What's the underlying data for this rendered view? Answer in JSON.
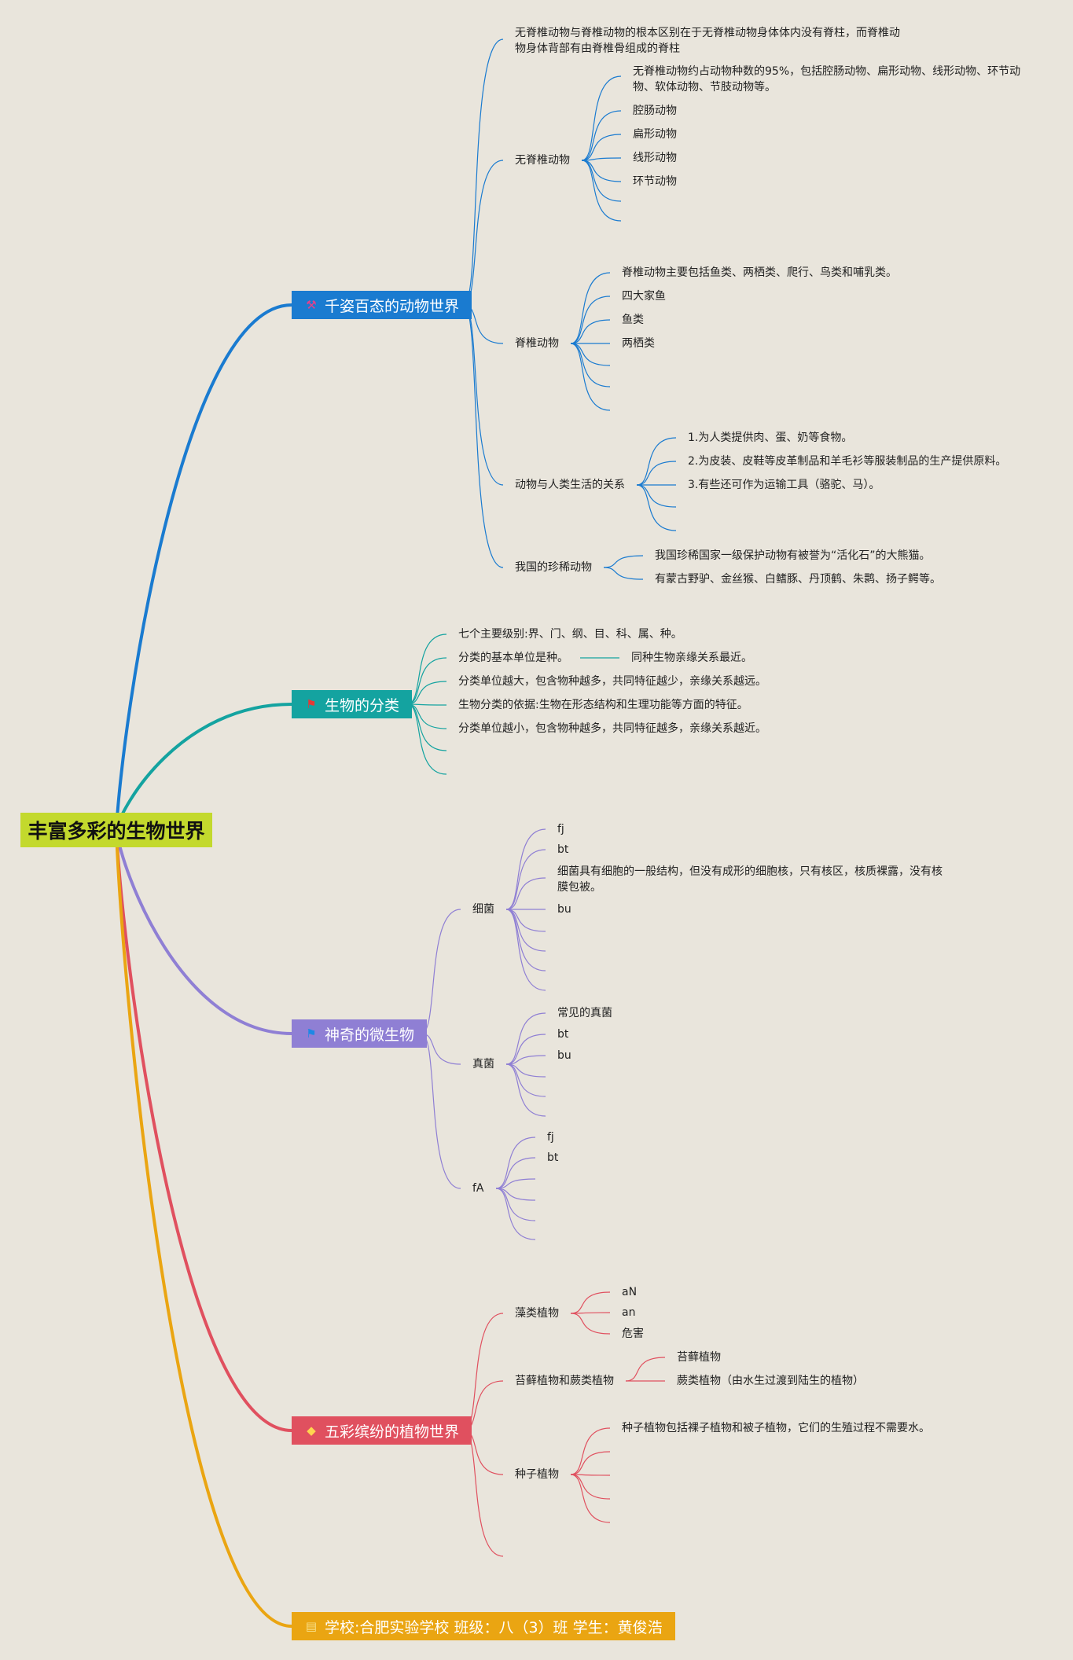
{
  "root": {
    "title": "丰富多彩的生物世界"
  },
  "colors": {
    "background": "#e9e5dc",
    "root": "#c3d92d",
    "animals": "#1a7bd0",
    "classification": "#14a3a0",
    "microbes": "#8f7fd4",
    "plants": "#e0505f",
    "footer": "#eaa512"
  },
  "branches": {
    "animals": {
      "icon": "tools-icon",
      "title": "千姿百态的动物世界",
      "intro": "无脊椎动物与脊椎动物的根本区别在于无脊椎动物身体体内没有脊柱，而脊椎动物身体背部有由脊椎骨组成的脊柱",
      "invertebrates": {
        "label": "无脊椎动物",
        "items": [
          "无脊椎动物约占动物种数的95%，包括腔肠动物、扁形动物、线形动物、环节动物、软体动物、节肢动物等。",
          "腔肠动物",
          "扁形动物",
          "线形动物",
          "环节动物"
        ]
      },
      "vertebrates": {
        "label": "脊椎动物",
        "items": [
          "脊椎动物主要包括鱼类、两栖类、爬行、鸟类和哺乳类。",
          "四大家鱼",
          "鱼类",
          "两栖类"
        ]
      },
      "human_relation": {
        "label": "动物与人类生活的关系",
        "items": [
          "1.为人类提供肉、蛋、奶等食物。",
          "2.为皮装、皮鞋等皮革制品和羊毛衫等服装制品的生产提供原料。",
          "3.有些还可作为运输工具（骆驼、马）。"
        ]
      },
      "rare": {
        "label": "我国的珍稀动物",
        "items": [
          "我国珍稀国家一级保护动物有被誉为“活化石”的大熊猫。",
          "有蒙古野驴、金丝猴、白鳍豚、丹顶鹤、朱鹮、扬子鳄等。"
        ]
      }
    },
    "classification": {
      "icon": "flag-icon",
      "title": "生物的分类",
      "items": [
        "七个主要级别:界、门、纲、目、科、属、种。",
        "分类的基本单位是种。",
        "分类单位越大，包含物种越多，共同特征越少，亲缘关系越远。",
        "生物分类的依据:生物在形态结构和生理功能等方面的特征。",
        "分类单位越小，包含物种越多，共同特征越多，亲缘关系越近。"
      ],
      "species_note": "同种生物亲缘关系最近。"
    },
    "microbes": {
      "icon": "flag-icon",
      "title": "神奇的微生物",
      "bacteria": {
        "label": "细菌",
        "items": [
          "fj",
          "bt",
          "细菌具有细胞的一般结构，但没有成形的细胞核，只有核区，核质裸露，没有核膜包被。",
          "bu"
        ]
      },
      "fungi": {
        "label": "真菌",
        "items": [
          "常见的真菌",
          "bt",
          "bu"
        ]
      },
      "fa": {
        "label": "fA",
        "items": [
          "fj",
          "bt"
        ]
      }
    },
    "plants": {
      "icon": "gem-icon",
      "title": "五彩缤纷的植物世界",
      "algae": {
        "label": "藻类植物",
        "items": [
          "aN",
          "an",
          "危害"
        ]
      },
      "moss_fern": {
        "label": "苔藓植物和蕨类植物",
        "items": [
          "苔藓植物",
          "蕨类植物（由水生过渡到陆生的植物）"
        ]
      },
      "seed": {
        "label": "种子植物",
        "items": [
          "种子植物包括裸子植物和被子植物，它们的生殖过程不需要水。"
        ]
      }
    },
    "footer": {
      "icon": "note-icon",
      "title": "学校:合肥实验学校 班级：八（3）班 学生：黄俊浩"
    }
  }
}
